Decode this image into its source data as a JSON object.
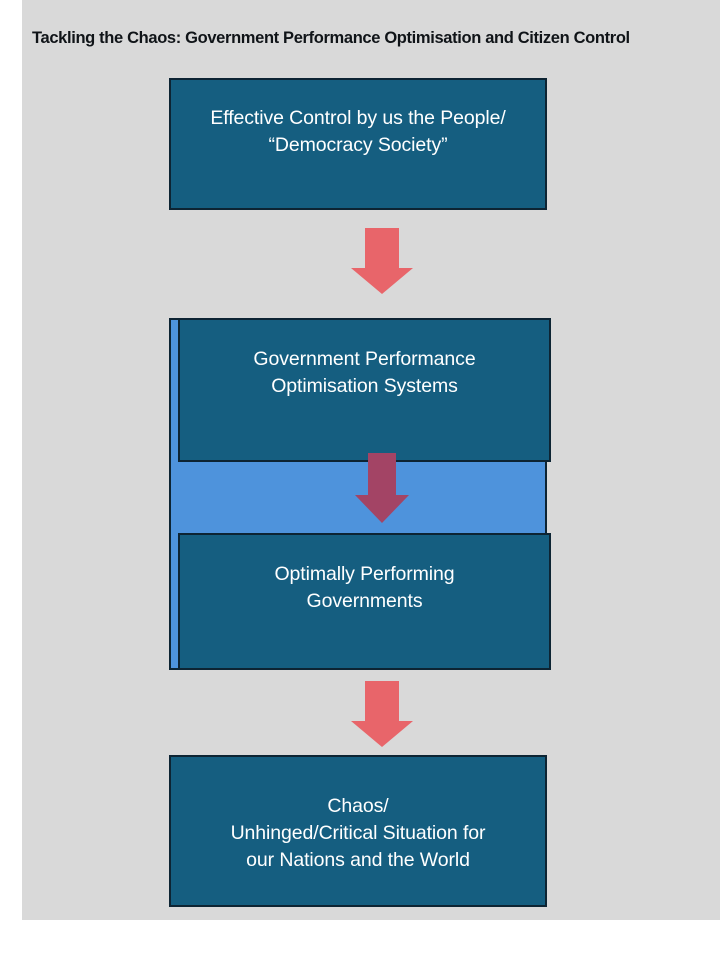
{
  "slide": {
    "title": "Tackling the Chaos: Government Performance Optimisation and Citizen Control",
    "background_color": "#d9d9d9",
    "page_color": "#ffffff"
  },
  "colors": {
    "node_fill": "#155E80",
    "node_border": "#0d2433",
    "group_fill": "#4E93DC",
    "arrow_primary": "#E8656A",
    "arrow_secondary": "#A34465",
    "node_text": "#ffffff",
    "title_text": "#101418"
  },
  "diagram": {
    "type": "flowchart",
    "direction": "top-to-bottom",
    "nodes": [
      {
        "id": "democracy",
        "label": "Effective Control by us the People/\n“Democracy Society”",
        "level": 1
      },
      {
        "id": "gpos",
        "label": "Government Performance\nOptimisation Systems",
        "level": 2
      },
      {
        "id": "optimal",
        "label": "Optimally Performing\nGovernments",
        "level": 3
      },
      {
        "id": "chaos",
        "label": "Chaos/\nUnhinged/Critical Situation for\nour Nations and the World",
        "level": 4
      }
    ],
    "arrows": [
      {
        "id": "arrow-top",
        "from": "democracy",
        "to": "gpos",
        "icon": "arrow-down-icon",
        "color": "#E8656A"
      },
      {
        "id": "arrow-mid",
        "from": "gpos",
        "to": "optimal",
        "icon": "arrow-down-icon",
        "color": "#A34465"
      },
      {
        "id": "arrow-bottom",
        "from": "optimal",
        "to": "chaos",
        "icon": "arrow-down-icon",
        "color": "#E8656A"
      }
    ],
    "groups": [
      {
        "id": "group-optimisation",
        "contains": [
          "gpos",
          "optimal"
        ]
      }
    ]
  }
}
